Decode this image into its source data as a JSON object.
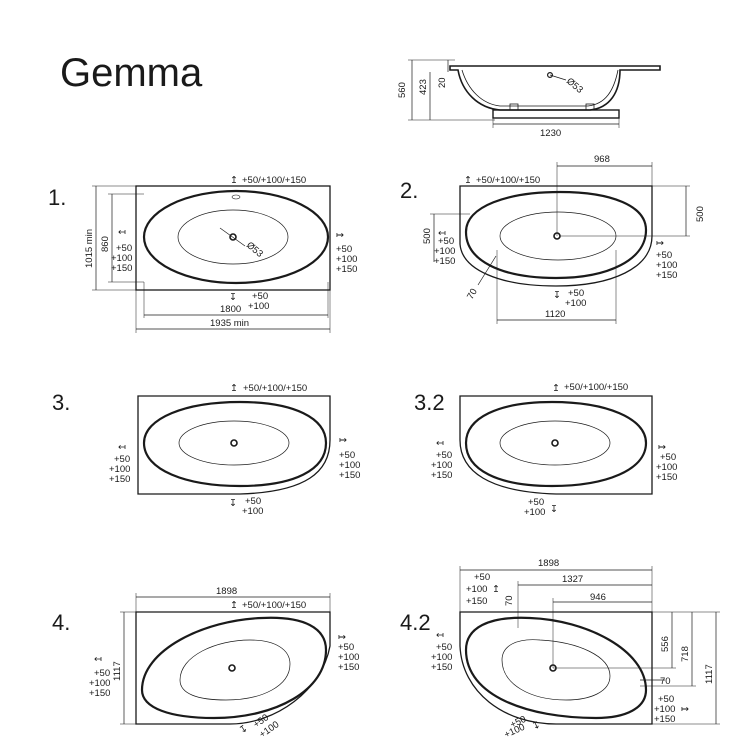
{
  "title": "Gemma",
  "side_view": {
    "dims": {
      "total_height": "560",
      "inner_height": "423",
      "rim": "20",
      "base_width": "1230",
      "drain": "Ø53"
    }
  },
  "layouts": [
    {
      "id": "1",
      "label": "1.",
      "top_adj": "+50/+100/+150",
      "left_adj": [
        "+50",
        "+100",
        "+150"
      ],
      "right_adj": [
        "+50",
        "+100",
        "+150"
      ],
      "bottom_adj": [
        "+50",
        "+100"
      ],
      "dims": {
        "width": "1800",
        "min_width": "1935 min",
        "inner_height": "860",
        "min_height": "1015 min",
        "drain": "Ø53"
      }
    },
    {
      "id": "2",
      "label": "2.",
      "top_adj": "+50/+100/+150",
      "left_adj": [
        "+50",
        "+100",
        "+150"
      ],
      "right_adj": [
        "+50",
        "+100",
        "+150"
      ],
      "bottom_adj": [
        "+50",
        "+100"
      ],
      "dims": {
        "top_offset": "968",
        "right_height": "500",
        "left_height": "500",
        "bottom_width": "1120",
        "wall": "70"
      }
    },
    {
      "id": "3",
      "label": "3.",
      "top_adj": "+50/+100/+150",
      "left_adj": [
        "+50",
        "+100",
        "+150"
      ],
      "right_adj": [
        "+50",
        "+100",
        "+150"
      ],
      "bottom_adj": [
        "+50",
        "+100"
      ]
    },
    {
      "id": "3.2",
      "label": "3.2",
      "top_adj": "+50/+100/+150",
      "left_adj": [
        "+50",
        "+100",
        "+150"
      ],
      "right_adj": [
        "+50",
        "+100",
        "+150"
      ],
      "bottom_adj": [
        "+50",
        "+100"
      ]
    },
    {
      "id": "4",
      "label": "4.",
      "top_adj": "+50/+100/+150",
      "left_adj": [
        "+50",
        "+100",
        "+150"
      ],
      "right_adj": [
        "+50",
        "+100",
        "+150"
      ],
      "bottom_adj": [
        "+50",
        "+100"
      ],
      "dims": {
        "width": "1898",
        "height": "1117"
      }
    },
    {
      "id": "4.2",
      "label": "4.2",
      "top_adj": [
        "+50",
        "+100",
        "+150"
      ],
      "left_adj": [
        "+50",
        "+100",
        "+150"
      ],
      "right_adj": [
        "+50",
        "+100",
        "+150"
      ],
      "bottom_adj": [
        "+50",
        "+100"
      ],
      "dims": {
        "width": "1898",
        "inner_width": "1327",
        "drain_offset": "946",
        "wall_top": "70",
        "wall_right": "70",
        "inner_h1": "556",
        "inner_h2": "718",
        "height": "1117"
      }
    }
  ]
}
